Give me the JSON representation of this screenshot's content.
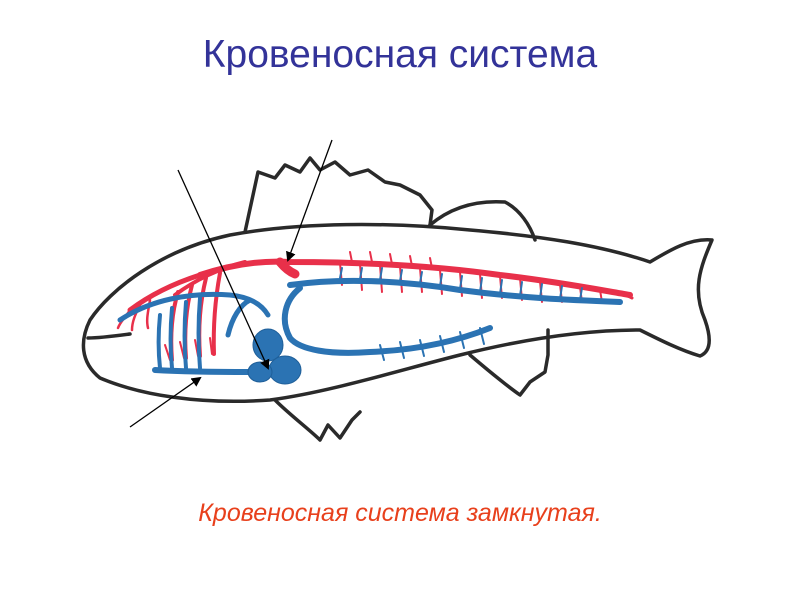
{
  "slide": {
    "title": "Кровеносная система",
    "caption": "Кровеносная система замкнутая."
  },
  "colors": {
    "title": "#333399",
    "caption": "#e8401c",
    "arterial": "#e8304a",
    "venous": "#2b73b3",
    "outline": "#2a2a2a"
  },
  "diagram": {
    "subject": "fish-circulatory-system",
    "pointer_arrows": 3
  }
}
